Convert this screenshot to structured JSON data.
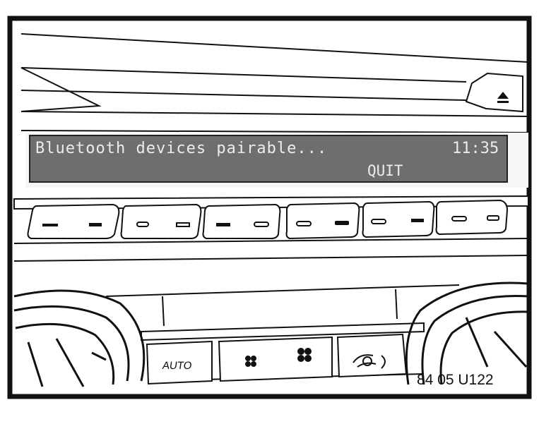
{
  "display": {
    "message": "Bluetooth devices pairable...",
    "time": "11:35",
    "soft_key_label": "QUIT"
  },
  "climate": {
    "auto_label": "AUTO"
  },
  "figure_code": "84 05 U122",
  "icons": [
    "eject-icon",
    "fan-low-icon",
    "fan-high-icon",
    "air-recirculation-icon",
    "air-vent-icon"
  ],
  "colors": {
    "display_background": "#6e6e6e",
    "display_text": "#ececec",
    "line_art": "#111111"
  }
}
